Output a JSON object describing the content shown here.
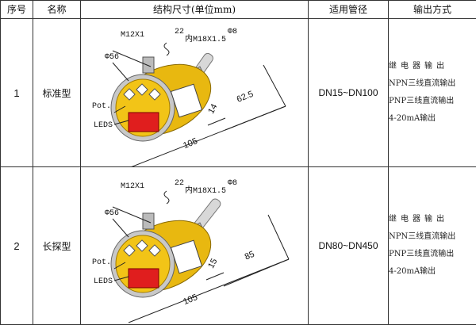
{
  "headers": {
    "index": "序号",
    "name": "名称",
    "structure": "结构尺寸(单位mm)",
    "pipe": "适用管径",
    "output": "输出方式"
  },
  "rows": [
    {
      "index": "1",
      "name": "标准型",
      "pipe": "DN15~DN100",
      "labels": {
        "thread_m12": "M12X1",
        "wrench": "22",
        "inner_thread": "内M18X1.5",
        "probe_dia": "Φ8",
        "body_dia": "Φ56",
        "pot": "Pot.",
        "leds": "LEDS",
        "dim_small": "14",
        "dim_probe": "62.5",
        "dim_total": "105"
      },
      "output": [
        "继电器输出",
        "NPN三线直流输出",
        "PNP三线直流输出",
        "4-20mA输出"
      ]
    },
    {
      "index": "2",
      "name": "长探型",
      "pipe": "DN80~DN450",
      "labels": {
        "thread_m12": "M12X1",
        "wrench": "22",
        "inner_thread": "内M18X1.5",
        "probe_dia": "Φ8",
        "body_dia": "Φ56",
        "pot": "Pot.",
        "leds": "LEDS",
        "dim_small": "15",
        "dim_probe": "85",
        "dim_total": "105"
      },
      "output": [
        "继电器输出",
        "NPN三线直流输出",
        "PNP三线直流输出",
        "4-20mA输出"
      ]
    }
  ],
  "colors": {
    "body": "#f2c417",
    "ring": "#c9c9c9",
    "display": "#e01e1e",
    "border": "#333333"
  },
  "icons": [
    "sensor-drawing",
    "wrench-icon",
    "dimension-arrow"
  ]
}
